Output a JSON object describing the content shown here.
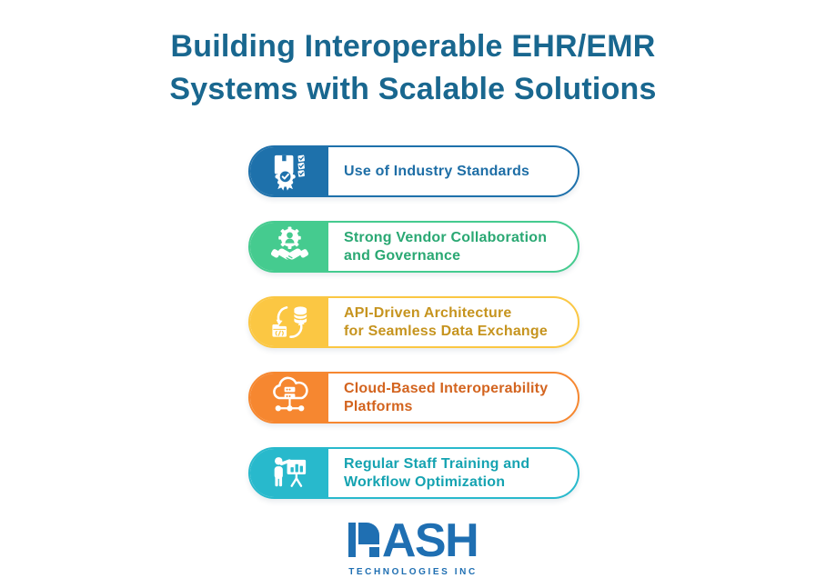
{
  "page": {
    "background": "#ffffff"
  },
  "title": {
    "line1": "Building Interoperable EHR/EMR",
    "line2": "Systems with Scalable Solutions",
    "color": "#19678f"
  },
  "items": [
    {
      "id": "industry-standards",
      "icon": "certificate-checklist-icon",
      "color": "#1e71ab",
      "text_color": "#1e6ea6",
      "label_lines": [
        "Use of Industry Standards"
      ]
    },
    {
      "id": "vendor-collaboration",
      "icon": "handshake-gear-icon",
      "color": "#45cb8f",
      "text_color": "#2aa873",
      "label_lines": [
        "Strong Vendor Collaboration",
        "and Governance"
      ]
    },
    {
      "id": "api-architecture",
      "icon": "data-sync-icon",
      "color": "#fbc743",
      "text_color": "#c6941f",
      "label_lines": [
        "API-Driven Architecture",
        "for Seamless Data Exchange"
      ]
    },
    {
      "id": "cloud-platforms",
      "icon": "cloud-network-icon",
      "color": "#f68730",
      "text_color": "#d3641f",
      "label_lines": [
        "Cloud-Based Interoperability",
        "Platforms"
      ]
    },
    {
      "id": "staff-training",
      "icon": "training-presentation-icon",
      "color": "#28b9cc",
      "text_color": "#15a3b1",
      "label_lines": [
        "Regular Staff Training and",
        "Workflow Optimization"
      ]
    }
  ],
  "logo": {
    "name": "DASH",
    "name_rest": "ASH",
    "subtitle": "TECHNOLOGIES INC",
    "color": "#1f6fb2"
  }
}
